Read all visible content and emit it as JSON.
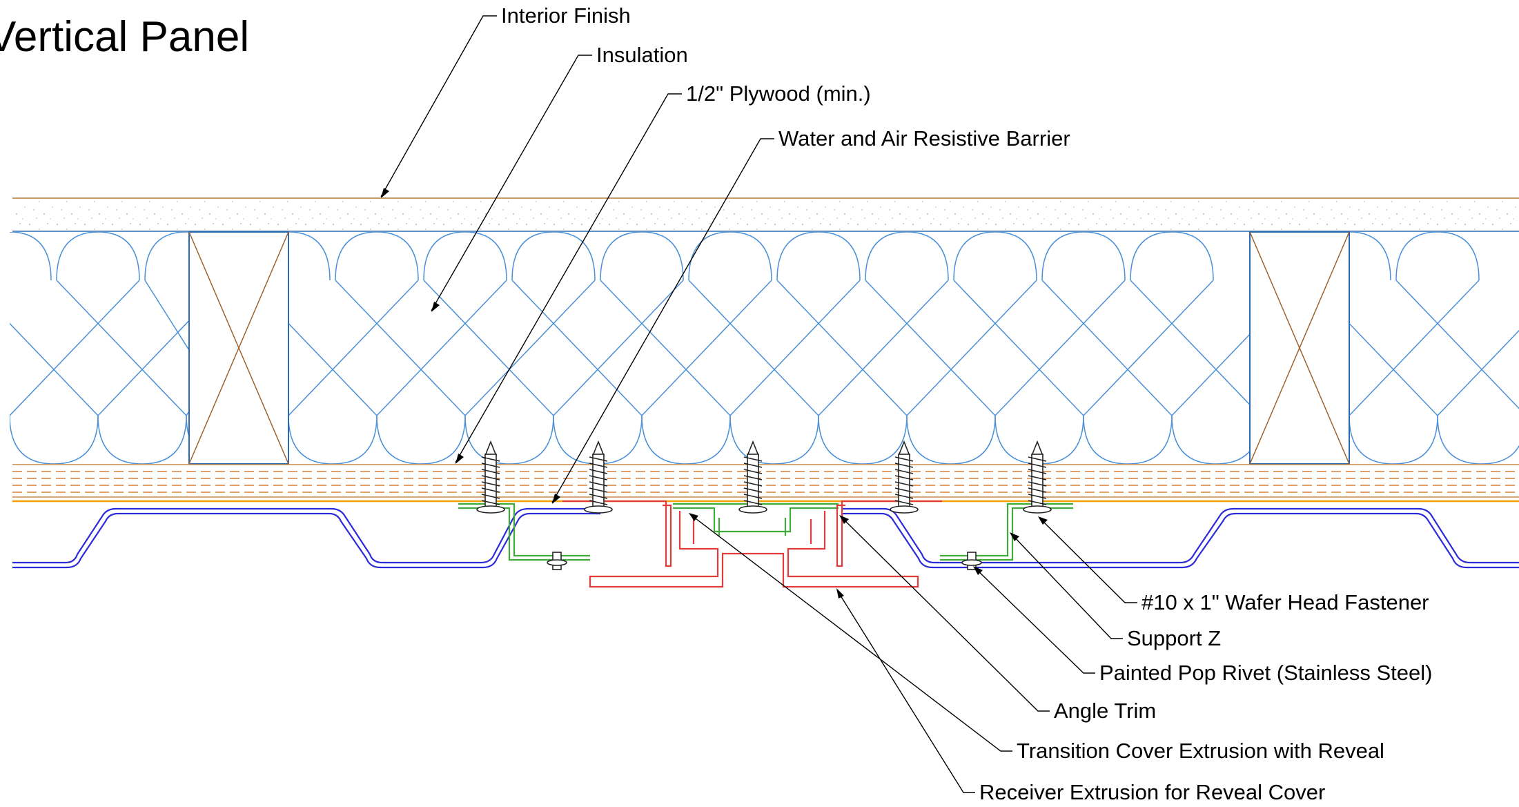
{
  "title": "Vertical Panel",
  "callouts": {
    "interior_finish": "Interior Finish",
    "insulation": "Insulation",
    "plywood": "1/2\" Plywood (min.)",
    "barrier": "Water and Air Resistive Barrier",
    "fastener": "#10 x 1\" Wafer Head Fastener",
    "support_z": "Support Z",
    "pop_rivet": "Painted Pop Rivet (Stainless Steel)",
    "angle_trim": "Angle Trim",
    "transition_cover": "Transition Cover Extrusion with Reveal",
    "receiver": "Receiver Extrusion for Reveal Cover"
  },
  "colors": {
    "insulation": "#4a90d9",
    "stud": "#2a6ab0",
    "panel": "#2b2bd8",
    "support": "#3faa3a",
    "extrusion": "#e23b3b",
    "plywood": "#d5803c",
    "finish": "#b07a3a"
  }
}
